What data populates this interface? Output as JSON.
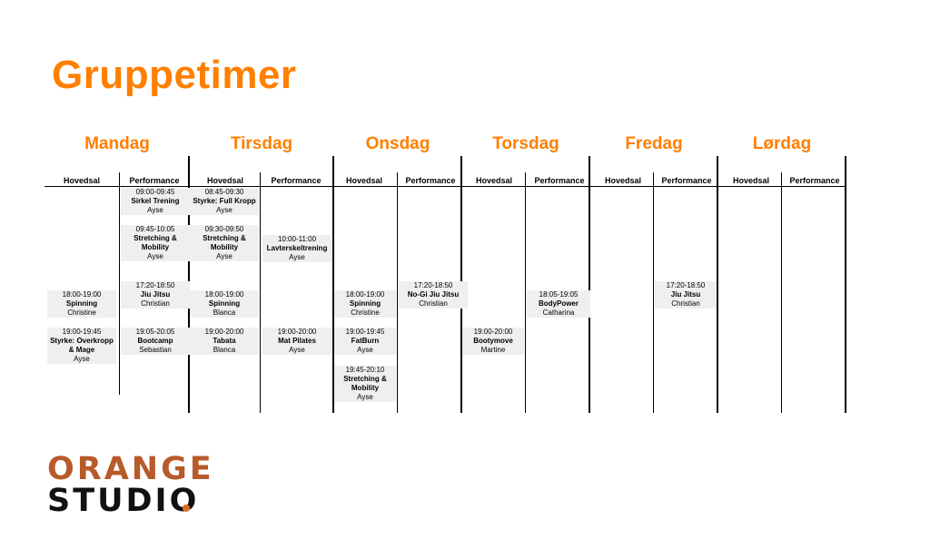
{
  "title": "Gruppetimer",
  "days": [
    "Mandag",
    "Tirsdag",
    "Onsdag",
    "Torsdag",
    "Fredag",
    "Lørdag"
  ],
  "rooms": [
    "Hovedsal",
    "Performance"
  ],
  "classes": {
    "man_perf_1": {
      "time": "09:00-09:45",
      "name": "Sirkel Trening",
      "instructor": "Ayse"
    },
    "man_perf_2": {
      "time": "09:45-10:05",
      "name": "Stretching & Mobility",
      "instructor": "Ayse"
    },
    "man_perf_3": {
      "time": "17:20-18:50",
      "name": "Jiu Jitsu",
      "instructor": "Christian"
    },
    "man_hov_1": {
      "time": "18:00-19:00",
      "name": "Spinning",
      "instructor": "Christine"
    },
    "man_hov_2": {
      "time": "19:00-19:45",
      "name": "Styrke: Overkropp & Mage",
      "instructor": "Ayse"
    },
    "man_perf_4": {
      "time": "19:05-20:05",
      "name": "Bootcamp",
      "instructor": "Sebastian"
    },
    "tir_hov_1": {
      "time": "08:45-09:30",
      "name": "Styrke: Full Kropp",
      "instructor": "Ayse"
    },
    "tir_hov_2": {
      "time": "09:30-09:50",
      "name": "Stretching & Mobility",
      "instructor": "Ayse"
    },
    "tir_perf_1": {
      "time": "10:00-11:00",
      "name": "Lavterskeltrening",
      "instructor": "Ayse"
    },
    "tir_hov_3": {
      "time": "18:00-19:00",
      "name": "Spinning",
      "instructor": "Blanca"
    },
    "tir_hov_4": {
      "time": "19:00-20:00",
      "name": "Tabata",
      "instructor": "Blanca"
    },
    "tir_perf_2": {
      "time": "19:00-20:00",
      "name": "Mat Pilates",
      "instructor": "Ayse"
    },
    "ons_perf_1": {
      "time": "17:20-18:50",
      "name": "No-Gi Jiu Jitsu",
      "instructor": "Christian"
    },
    "ons_hov_1": {
      "time": "18:00-19:00",
      "name": "Spinning",
      "instructor": "Christine"
    },
    "ons_hov_2": {
      "time": "19:00-19:45",
      "name": "FatBurn",
      "instructor": "Ayse"
    },
    "ons_hov_3": {
      "time": "19:45-20:10",
      "name": "Stretching & Mobility",
      "instructor": "Ayse"
    },
    "tor_perf_1": {
      "time": "18:05-19:05",
      "name": "BodyPower",
      "instructor": "Catharina"
    },
    "tor_hov_1": {
      "time": "19:00-20:00",
      "name": "Bootymove",
      "instructor": "Martine"
    },
    "fre_perf_1": {
      "time": "17:20-18:50",
      "name": "Jiu Jitsu",
      "instructor": "Christian"
    }
  },
  "logo": {
    "line1": "ORANGE",
    "line2": "STUDIO"
  },
  "colors": {
    "accent": "#ff7f00",
    "cell_bg": "#efefef",
    "logo_orange": "#b85a2a"
  }
}
